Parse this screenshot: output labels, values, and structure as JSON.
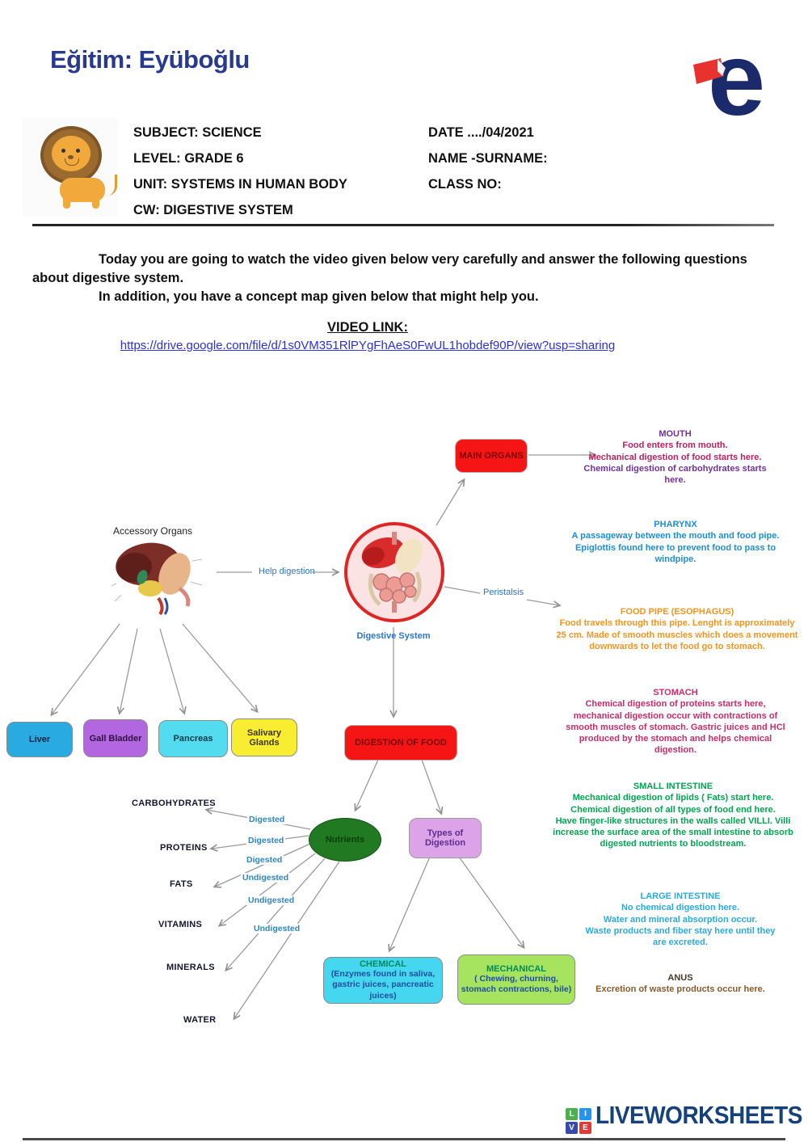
{
  "header": {
    "school_title": "Eğitim: Eyüboğlu",
    "info": {
      "subject": "SUBJECT: SCIENCE",
      "level": "LEVEL: GRADE 6",
      "unit": "UNIT: SYSTEMS IN HUMAN BODY",
      "cw": "CW: DIGESTIVE SYSTEM",
      "date": "DATE ..../04/2021",
      "name_surname": "NAME -SURNAME:",
      "class_no": "CLASS NO:"
    }
  },
  "intro": {
    "para1": "Today you are going to watch the video given below very carefully and answer the following questions about digestive system.",
    "para2": "In addition, you have a concept map given below that might help you.",
    "video_link_label": "VIDEO LINK:",
    "video_link_url": "https://drive.google.com/file/d/1s0VM351RlPYgFhAeS0FwUL1hobdef90P/view?usp=sharing"
  },
  "map": {
    "labels": {
      "accessory_organs": "Accessory Organs",
      "help_digestion": "Help digestion",
      "digestive_system": "Digestive System",
      "peristalsis": "Peristalsis"
    },
    "nodes": {
      "main_organs": "MAIN ORGANS",
      "digestion_of_food": "DIGESTION OF FOOD",
      "nutrients": "Nutrients",
      "types_of_digestion": "Types of Digestion"
    },
    "organ_boxes": [
      "Liver",
      "Gall Bladder",
      "Pancreas",
      "Salivary Glands"
    ],
    "nutrient_labels": [
      "CARBOHYDRATES",
      "PROTEINS",
      "FATS",
      "VITAMINS",
      "MINERALS",
      "WATER"
    ],
    "state_labels": [
      "Digested",
      "Digested",
      "Digested",
      "Undigested",
      "Undigested",
      "Undigested"
    ],
    "chemical": {
      "title": "CHEMICAL",
      "body": "(Enzymes found in saliva, gastric juices, pancreatic juices)"
    },
    "mechanical": {
      "title": "MECHANICAL",
      "body": "( Chewing, churning, stomach contractions, bile)"
    },
    "notes": {
      "mouth": {
        "title": "MOUTH",
        "line1": "Food enters from mouth.",
        "line2": "Mechanical digestion of food starts here.",
        "line3": "Chemical digestion of carbohydrates starts here."
      },
      "pharynx": {
        "title": "PHARYNX",
        "line1": "A passageway between the mouth and food pipe.",
        "line2": "Epiglottis found here to prevent food to pass to windpipe."
      },
      "foodpipe": {
        "title": "FOOD PIPE (ESOPHAGUS)",
        "body": "Food travels through this pipe. Lenght is approximately 25 cm. Made of smooth muscles which does a movement downwards to let the food go to stomach."
      },
      "stomach": {
        "title": "STOMACH",
        "body": "Chemical digestion of proteins starts here, mechanical digestion occur with contractions of smooth muscles of stomach. Gastric juices and HCl produced by the stomach and helps chemical digestion."
      },
      "small_intestine": {
        "title": "SMALL INTESTINE",
        "line1": "Mechanical digestion of lipids ( Fats) start here.",
        "line2": "Chemical digestion of all types of food end here.",
        "line3": "Have finger-like structures in the walls called VILLI. Villi increase the surface area of the small intestine to absorb digested nutrients to bloodstream."
      },
      "large_intestine": {
        "title": "LARGE INTESTINE",
        "line1": "No chemical digestion here.",
        "line2": "Water and mineral absorption occur.",
        "line3": "Waste products and fiber stay here until they are excreted."
      },
      "anus": {
        "title": "ANUS",
        "body": "Excretion of waste products occur here."
      }
    }
  },
  "footer": {
    "logo_letters": [
      "L",
      "I",
      "V",
      "E"
    ],
    "brand": "LIVEWORKSHEETS"
  },
  "colors": {
    "brand_navy": "#283A8F",
    "logo_navy": "#1B2A6B",
    "logo_red": "#E8322E",
    "node_red": "#F51515",
    "footer_navy": "#15427C"
  }
}
